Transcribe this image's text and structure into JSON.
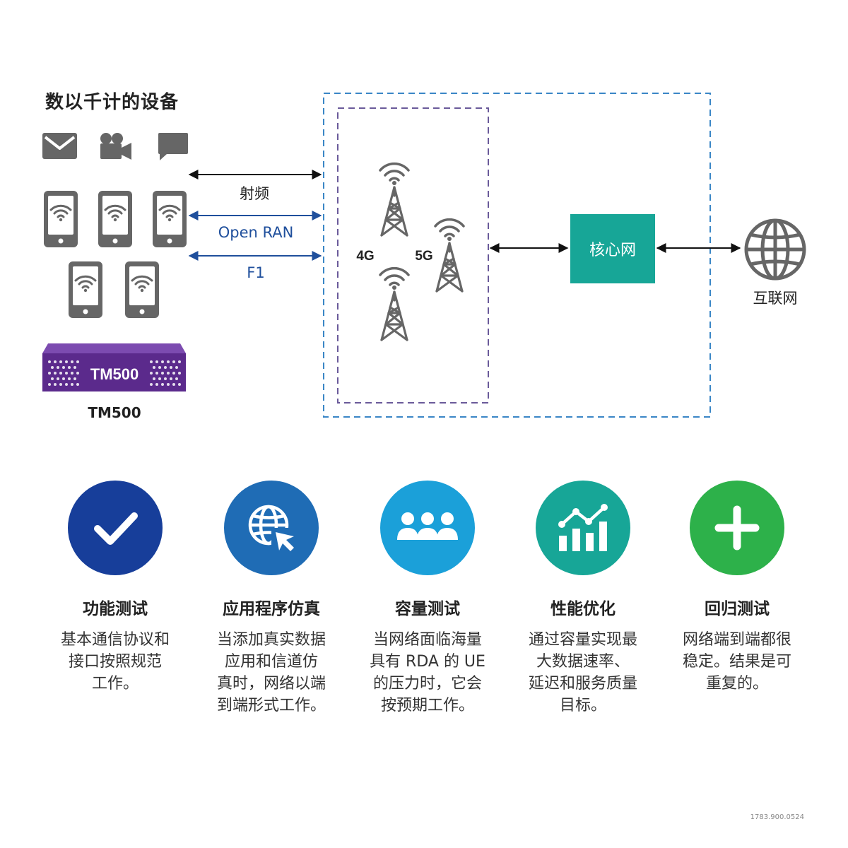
{
  "diagram": {
    "title": "数以千计的设备",
    "links": {
      "rf": "射频",
      "oran": "Open RAN",
      "f1": "F1"
    },
    "tm500": {
      "badge": "TM500",
      "caption": "TM500"
    },
    "towers": {
      "label_4g": "4G",
      "label_5g": "5G"
    },
    "core": "核心网",
    "internet": "互联网"
  },
  "features": [
    {
      "title": "功能测试",
      "desc": "基本通信协议和\n接口按照规范\n工作。",
      "icon": "check-icon",
      "color": "#173e9a"
    },
    {
      "title": "应用程序仿真",
      "desc": "当添加真实数据\n应用和信道仿\n真时，网络以端\n到端形式工作。",
      "icon": "globe-cursor-icon",
      "color": "#1f6cb5"
    },
    {
      "title": "容量测试",
      "desc": "当网络面临海量\n具有 RDA 的 UE\n的压力时，它会\n按预期工作。",
      "icon": "users-icon",
      "color": "#1ba0d9"
    },
    {
      "title": "性能优化",
      "desc": "通过容量实现最\n大数据速率、\n延迟和服务质量\n目标。",
      "icon": "chart-icon",
      "color": "#17a697"
    },
    {
      "title": "回归测试",
      "desc": "网络端到端都很\n稳定。结果是可\n重复的。",
      "icon": "plus-icon",
      "color": "#2db14a"
    }
  ],
  "colors": {
    "icon_gray": "#666666",
    "tm500_purple": "#5b2a8c",
    "dashed_blue": "#3a86c6",
    "dashed_purple": "#6a5a9a"
  },
  "doc_id": "1783.900.0524"
}
